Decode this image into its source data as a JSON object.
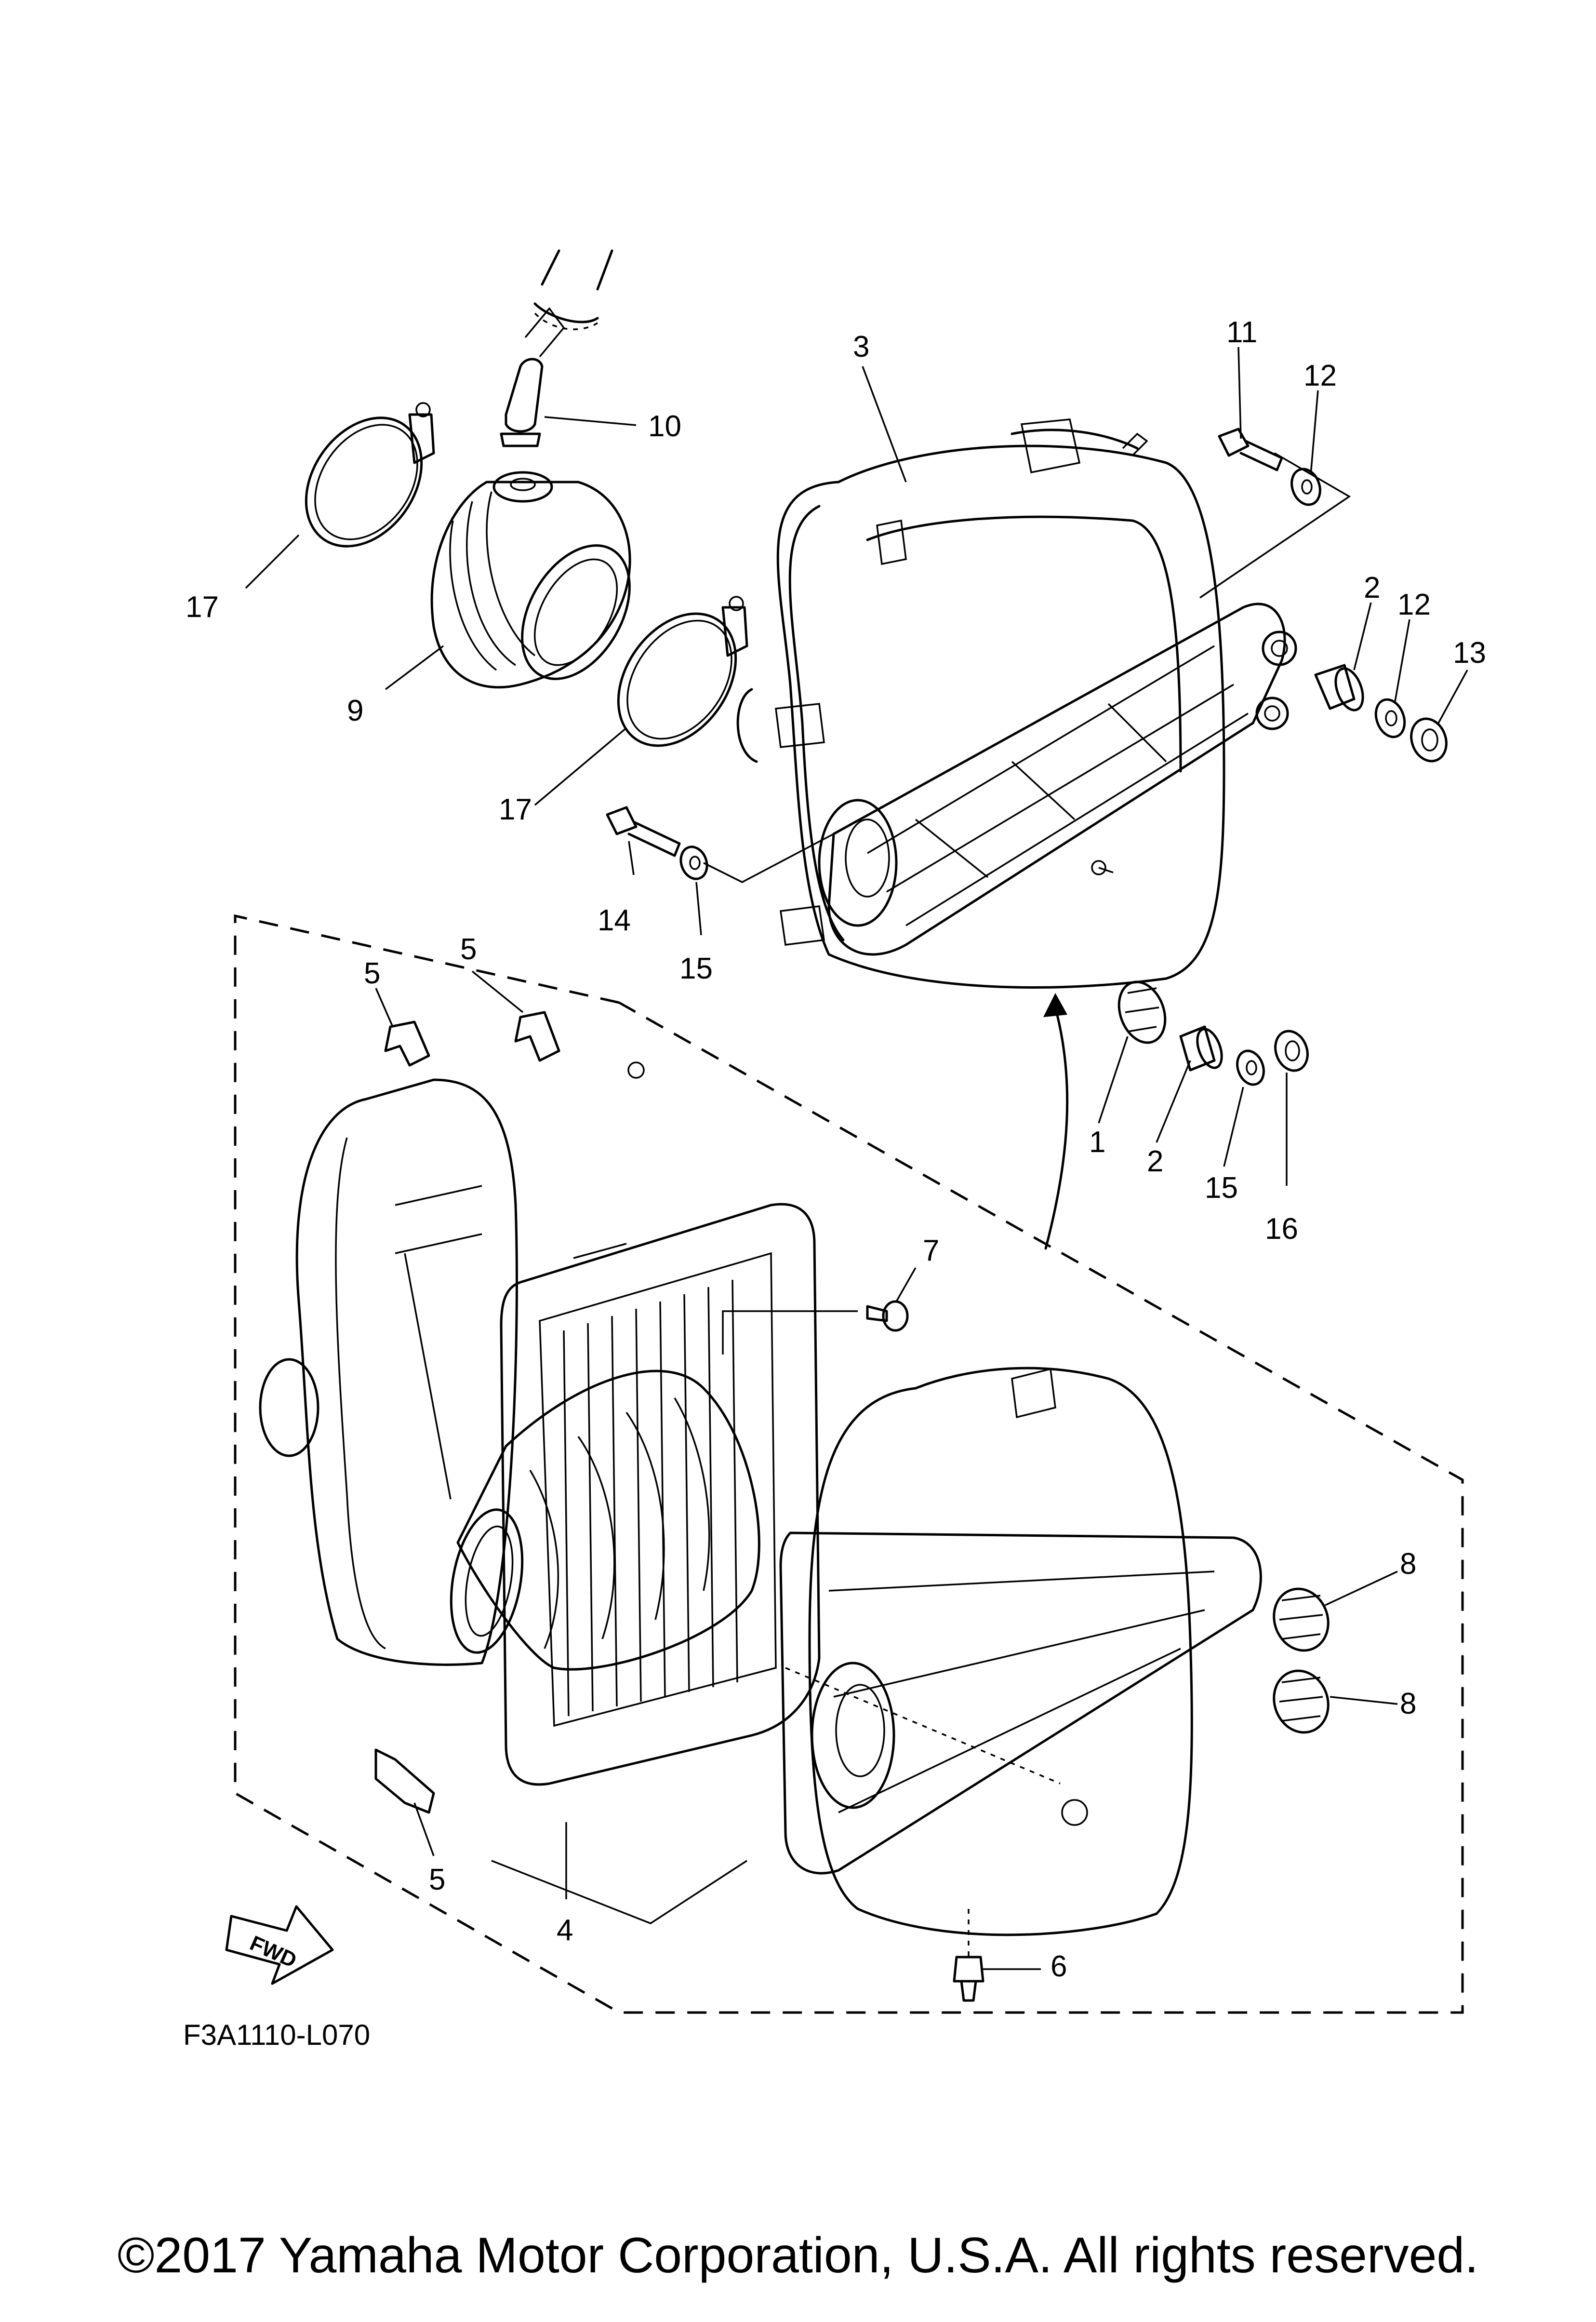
{
  "diagram": {
    "figure_code": "F3A1110-L070",
    "direction_label": "FWD",
    "callouts": [
      {
        "id": "c3",
        "label": "3"
      },
      {
        "id": "c10",
        "label": "10"
      },
      {
        "id": "c11",
        "label": "11"
      },
      {
        "id": "c12a",
        "label": "12"
      },
      {
        "id": "c17a",
        "label": "17"
      },
      {
        "id": "c9",
        "label": "9"
      },
      {
        "id": "c17b",
        "label": "17"
      },
      {
        "id": "c2a",
        "label": "2"
      },
      {
        "id": "c12b",
        "label": "12"
      },
      {
        "id": "c13",
        "label": "13"
      },
      {
        "id": "c14",
        "label": "14"
      },
      {
        "id": "c15a",
        "label": "15"
      },
      {
        "id": "c5a",
        "label": "5"
      },
      {
        "id": "c5b",
        "label": "5"
      },
      {
        "id": "c1",
        "label": "1"
      },
      {
        "id": "c2b",
        "label": "2"
      },
      {
        "id": "c15b",
        "label": "15"
      },
      {
        "id": "c16",
        "label": "16"
      },
      {
        "id": "c7",
        "label": "7"
      },
      {
        "id": "c8a",
        "label": "8"
      },
      {
        "id": "c8b",
        "label": "8"
      },
      {
        "id": "c5c",
        "label": "5"
      },
      {
        "id": "c4",
        "label": "4"
      },
      {
        "id": "c6",
        "label": "6"
      }
    ]
  },
  "footer": {
    "copyright": "©2017 Yamaha Motor Corporation, U.S.A. All rights reserved."
  }
}
